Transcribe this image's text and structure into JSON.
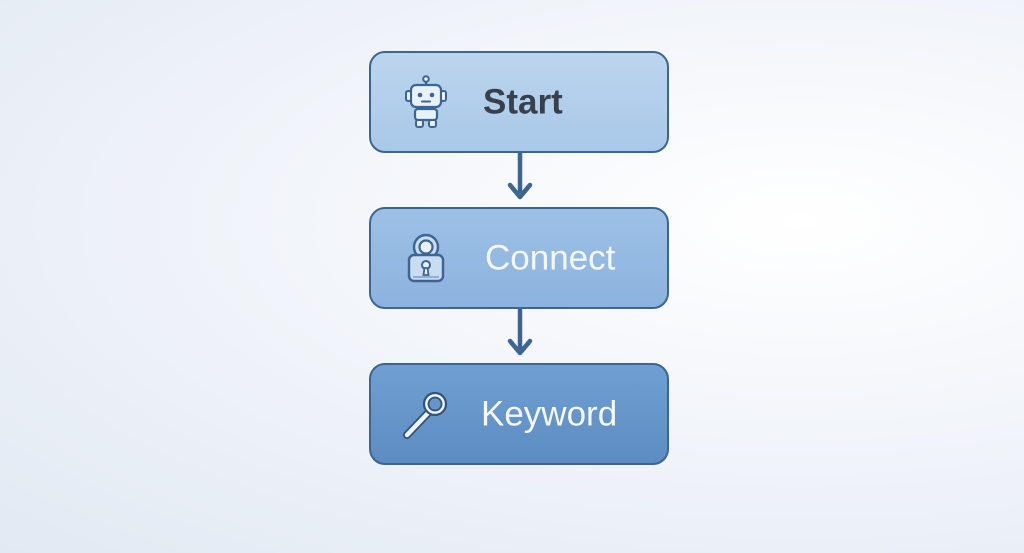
{
  "diagram": {
    "type": "flowchart",
    "direction": "top-to-bottom",
    "nodes": [
      {
        "id": "start",
        "label": "Start",
        "icon": "robot-icon",
        "fill": "#b3cfec"
      },
      {
        "id": "connect",
        "label": "Connect",
        "icon": "lock-icon",
        "fill": "#94b9e2"
      },
      {
        "id": "keyword",
        "label": "Keyword",
        "icon": "key-icon",
        "fill": "#6794c9"
      }
    ],
    "edges": [
      {
        "from": "start",
        "to": "connect"
      },
      {
        "from": "connect",
        "to": "keyword"
      }
    ],
    "colors": {
      "border": "#3d6591",
      "arrow": "#3d6591"
    }
  }
}
